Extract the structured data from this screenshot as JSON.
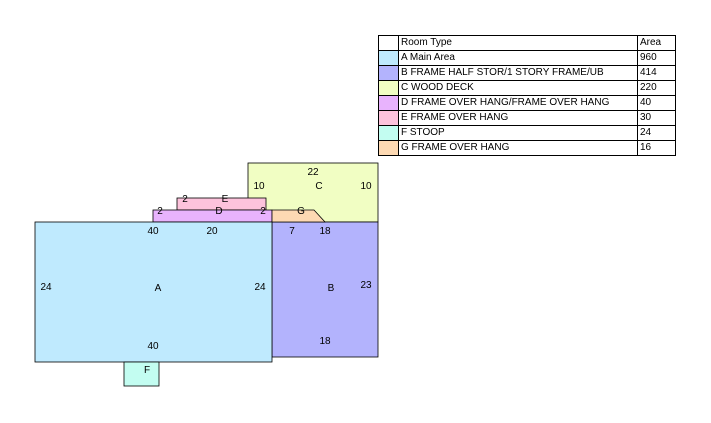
{
  "legend": {
    "header": {
      "room_type": "Room Type",
      "area": "Area"
    },
    "rows": [
      {
        "label": "A Main Area",
        "area": "960",
        "color": "#bfeafe"
      },
      {
        "label": "B FRAME HALF STOR/1 STORY FRAME/UB",
        "area": "414",
        "color": "#b3b3fd"
      },
      {
        "label": "C WOOD DECK",
        "area": "220",
        "color": "#f1fec3"
      },
      {
        "label": "D FRAME OVER HANG/FRAME OVER HANG",
        "area": "40",
        "color": "#e8b3fd"
      },
      {
        "label": "E FRAME OVER HANG",
        "area": "30",
        "color": "#fdc3dc"
      },
      {
        "label": "F STOOP",
        "area": "24",
        "color": "#c3fdf1"
      },
      {
        "label": "G FRAME OVER HANG",
        "area": "16",
        "color": "#fdd9b3"
      }
    ]
  },
  "sketch": {
    "A": {
      "name": "A",
      "top": "40",
      "top2": "20",
      "left": "24",
      "right": "24",
      "bottom": "40"
    },
    "B": {
      "name": "B",
      "top_left": "7",
      "top": "18",
      "right": "23",
      "bottom": "18"
    },
    "C": {
      "name": "C",
      "top": "22",
      "left": "10",
      "right": "10"
    },
    "D": {
      "name": "D",
      "left": "2",
      "right": "2"
    },
    "E": {
      "name": "E",
      "left": "2"
    },
    "F": {
      "name": "F"
    },
    "G": {
      "name": "G"
    }
  }
}
